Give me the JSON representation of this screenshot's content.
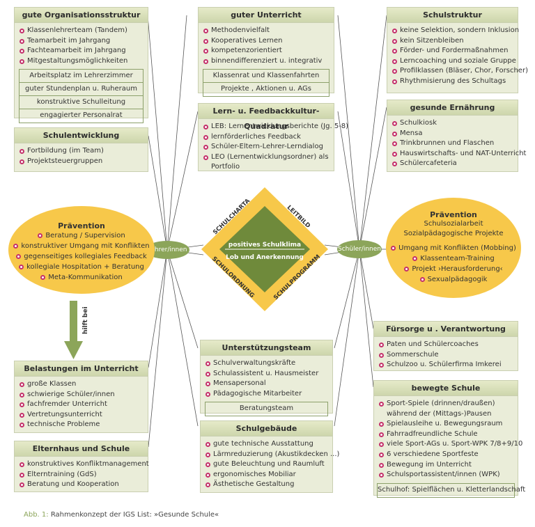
{
  "boxes": {
    "org": {
      "title": "gute Organisationsstruktur",
      "items": [
        "Klassenlehrerteam (Tandem)",
        "Teamarbeit im Jahrgang",
        "Fachteamarbeit im Jahrgang",
        "Mitgestaltungsmöglichkeiten"
      ],
      "sub": [
        "Arbeitsplatz im Lehrerzimmer",
        "guter Stundenplan u. Ruheraum",
        "konstruktive Schulleitung",
        "engagierter Personalrat"
      ]
    },
    "unterricht": {
      "title": "guter Unterricht",
      "items": [
        "Methodenvielfalt",
        "Kooperatives Lernen",
        "kompetenzorientiert",
        "binnendifferenziert u. integrativ"
      ],
      "sub": [
        "Klassenrat und Klassenfahrten",
        "Projekte , Aktionen u. AGs"
      ]
    },
    "struktur": {
      "title": "Schulstruktur",
      "items": [
        "keine Selektion, sondern Inklusion",
        "kein Sitzenbleiben",
        "Förder- und Fordermaßnahmen",
        "Lerncoaching und soziale Gruppe",
        "Profilklassen (Bläser, Chor, Forscher)",
        "Rhythmisierung des Schultags"
      ]
    },
    "entwicklung": {
      "title": "Schulentwicklung",
      "items": [
        "Fortbildung (im Team)",
        "Projektsteuergruppen"
      ]
    },
    "feedback": {
      "title": "Lern- u. Feedbackkultur-Quadratur",
      "items": [
        "LEB: Lernentwicklungsberichte (Jg. 5-8)",
        "lernförderliches Feedback",
        "Schüler-Eltern-Lehrer-Lerndialog",
        "LEO (Lernentwicklungsordner) als Portfolio"
      ]
    },
    "ernaehrung": {
      "title": "gesunde Ernährung",
      "items": [
        "Schulkiosk",
        "Mensa",
        "Trinkbrunnen und Flaschen",
        "Hauswirtschafts- und NAT-Unterricht",
        "Schülercafeteria"
      ]
    },
    "fuersorge": {
      "title": "Fürsorge u . Verantwortung",
      "items": [
        "Paten und Schülercoaches",
        "Sommerschule",
        "Schulzoo u. Schülerfirma Imkerei"
      ]
    },
    "unterstuetzung": {
      "title": "Unterstützungsteam",
      "items": [
        "Schulverwaltungskräfte",
        "Schulassistent u. Hausmeister",
        "Mensapersonal",
        "Pädagogische Mitarbeiter"
      ],
      "sub": [
        "Beratungsteam"
      ]
    },
    "belastungen": {
      "title": "Belastungen im Unterricht",
      "items": [
        "große Klassen",
        "schwierige Schüler/innen",
        "fachfremder Unterricht",
        "Vertretungsunterricht",
        "technische Probleme"
      ]
    },
    "bewegt": {
      "title": "bewegte Schule",
      "items": [
        "Sport-Spiele (drinnen/draußen) während der (Mittags-)Pausen",
        "Spielausleihe u. Bewegungsraum",
        "Fahrradfreundliche Schule",
        "viele Sport-AGs u. Sport-WPK 7/8+9/10",
        "6 verschiedene Sportfeste",
        "Bewegung im Unterricht",
        "Schulsportassistent/innen (WPK)"
      ],
      "sub": [
        "Schulhof: Spielflächen u. Kletterlandschaft"
      ]
    },
    "gebaeude": {
      "title": "Schulgebäude",
      "items": [
        "gute technische Ausstattung",
        "Lärmreduzierung (Akustikdecken ...)",
        "gute Beleuchtung und Raumluft",
        "ergonomisches Mobiliar",
        "Ästhetische Gestaltung"
      ]
    },
    "eltern": {
      "title": "Elternhaus und Schule",
      "items": [
        "konstruktives Konfliktmanagement",
        "Elterntraining (GdS)",
        "Beratung und Kooperation"
      ]
    }
  },
  "praevention_left": {
    "title": "Prävention",
    "items": [
      "Beratung / Supervision",
      "konstruktiver Umgang mit Konflikten",
      "gegenseitiges kollegiales Feedback",
      "kollegiale Hospitation + Beratung",
      "Meta-Kommunikation"
    ]
  },
  "praevention_right": {
    "title": "Prävention",
    "subtitle1": "Schulsozialarbeit",
    "subtitle2": "Sozialpädagogische Projekte",
    "items": [
      "Umgang mit Konflikten (Mobbing)",
      "Klassenteam-Training",
      "Projekt ›Herausforderung‹",
      "Sexualpädagogik"
    ]
  },
  "nodes": {
    "lehrer": "Lehrer/innen",
    "schueler": "Schüler/innen"
  },
  "diamond": {
    "top_left": "SCHULCHARTA",
    "top_right": "LEITBILD",
    "bottom_left": "SCHULORDNUNG",
    "bottom_right": "SCHULPROGRAMM",
    "center1": "positives Schulklima",
    "center2": "Lob und Anerkennung"
  },
  "arrow_label": "hilft bei",
  "caption": {
    "label": "Abb. 1:",
    "text": "Rahmenkonzept der IGS List: »Gesunde Schule«"
  },
  "colors": {
    "box_bg": "#eaedd9",
    "header_green": "#cdd6ac",
    "node_green": "#8ca55a",
    "ellipse_yellow": "#f7c84a",
    "bullet": "#c4306b"
  }
}
